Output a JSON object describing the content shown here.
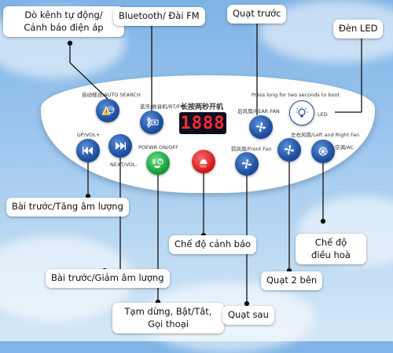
{
  "labels": {
    "auto_channel": "Dò kênh tự động/\nCảnh báo điện áp",
    "bluetooth": "Bluetooth/ Đài FM",
    "front_fan": "Quạt trước",
    "led": "Đèn LED",
    "prev_vol_up": "Bài trước/Tăng âm lượng",
    "alarm_mode": "Chế độ cảnh báo",
    "ac_mode": "Chế độ\nđiều hoà",
    "prev_vol_down": "Bài trước/Giảm âm lượng",
    "side_fans": "Quạt 2 bên",
    "pause_power": "Tạm dừng, Bật/Tắt,\nGọi thoại",
    "rear_fan": "Quạt sau"
  },
  "panel": {
    "auto_search": "自动搜台/AUTO SEARCH",
    "bt_fm": "蓝牙/收音机/BT/FM",
    "long_press_cn": "长按两秒开机",
    "long_press_en": "Press long for two seconds to boot",
    "rear_fan": "后风扇/REAR FAN",
    "led": "LED",
    "side_fan": "左右风扇/Left and Right Fan",
    "ac": "空调/AC",
    "front_fan": "前风扇/Front Fan",
    "up_vol": "UP/VOL+",
    "next_vol": "NEXT/VOL-",
    "power": "POEWR ON/OFF",
    "sos": "SOS",
    "display": "1888"
  }
}
